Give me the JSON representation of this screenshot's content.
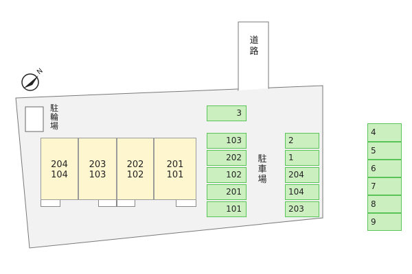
{
  "road": {
    "label_lines": [
      "道",
      "路"
    ]
  },
  "bicycle_parking": {
    "label_lines": [
      "駐",
      "輪",
      "場"
    ]
  },
  "parking_lot": {
    "label_lines": [
      "駐",
      "車",
      "場"
    ]
  },
  "building": {
    "units": [
      {
        "upper": "204",
        "lower": "104"
      },
      {
        "upper": "203",
        "lower": "103"
      },
      {
        "upper": "202",
        "lower": "102"
      },
      {
        "upper": "201",
        "lower": "101"
      }
    ]
  },
  "parking_spaces": {
    "top_single": "3",
    "column_a": [
      "103",
      "202",
      "102",
      "201",
      "101"
    ],
    "column_b": [
      "2",
      "1",
      "204",
      "104",
      "203"
    ],
    "column_c": [
      "4",
      "5",
      "6",
      "7",
      "8",
      "9"
    ]
  },
  "compass": {
    "icon": "north-arrow-icon",
    "letter": "N"
  },
  "colors": {
    "building_fill": "#fdf6cf",
    "parking_fill": "#ccefc0",
    "parking_border": "#58c458",
    "site_fill": "#f2f2f2"
  }
}
